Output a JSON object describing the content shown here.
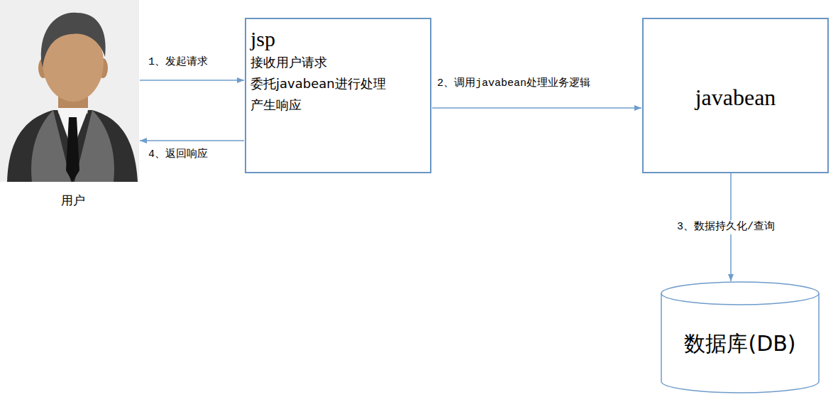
{
  "diagram": {
    "nodes": [
      {
        "text": [
          "用户"
        ]
      },
      {
        "text": [
          "jsp",
          "接收用户请求",
          "委托javabean进行处理",
          "产生响应"
        ]
      },
      {
        "text": [
          "javabean"
        ]
      },
      {
        "text": [
          "数据库(DB)"
        ]
      }
    ],
    "edges": [
      {
        "from": 0,
        "to": 1,
        "arrow": "to",
        "label": "1、发起请求"
      },
      {
        "from": 1,
        "to": 2,
        "arrow": "to",
        "label": "2、调用javabean处理业务逻辑"
      },
      {
        "from": 2,
        "to": 3,
        "arrow": "to",
        "label": "3、数据持久化/查询"
      },
      {
        "from": 1,
        "to": 0,
        "arrow": "to",
        "label": "4、返回响应"
      }
    ]
  }
}
